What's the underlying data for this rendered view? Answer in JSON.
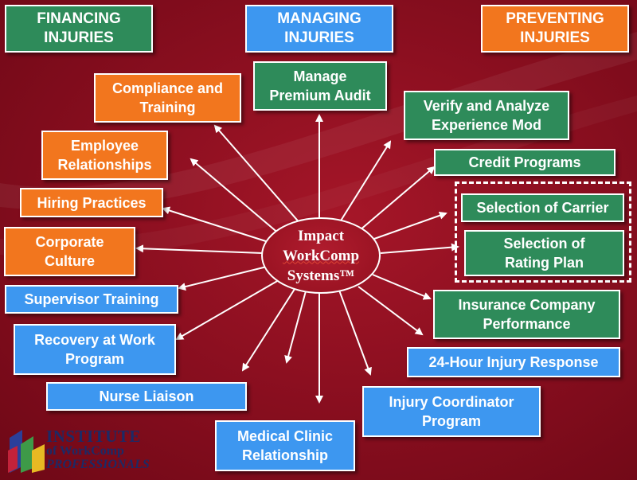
{
  "headers": {
    "financing": "FINANCING\nINJURIES",
    "managing": "MANAGING\nINJURIES",
    "preventing": "PREVENTING\nINJURIES"
  },
  "center": {
    "line1": "Impact",
    "line2": "WorkComp",
    "line3": "Systems™"
  },
  "boxes": {
    "manage_premium_audit": "Manage\nPremium Audit",
    "compliance_training": "Compliance and\nTraining",
    "verify_experience_mod": "Verify and Analyze\nExperience Mod",
    "employee_relationships": "Employee\nRelationships",
    "credit_programs": "Credit Programs",
    "hiring_practices": "Hiring Practices",
    "selection_of_carrier": "Selection of Carrier",
    "corporate_culture": "Corporate\nCulture",
    "selection_rating_plan": "Selection of\nRating Plan",
    "supervisor_training": "Supervisor Training",
    "insurance_company_performance": "Insurance Company\nPerformance",
    "recovery_at_work": "Recovery at Work\nProgram",
    "injury_response_24h": "24-Hour Injury Response",
    "nurse_liaison": "Nurse Liaison",
    "injury_coordinator": "Injury Coordinator\nProgram",
    "medical_clinic": "Medical Clinic\nRelationship"
  },
  "logo": {
    "line1": "INSTITUTE",
    "line2": "of WorkComp",
    "line3": "PROFESSIONALS"
  },
  "colors": {
    "background": "#8c0f20",
    "financing_green": "#2e8b5a",
    "managing_blue": "#3d97f0",
    "preventing_orange": "#f2761e"
  }
}
